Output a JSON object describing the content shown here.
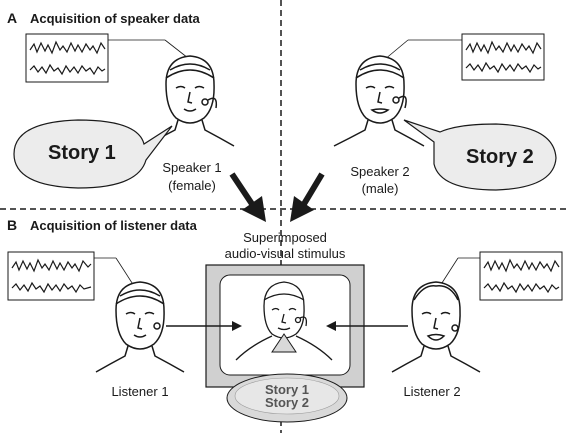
{
  "panel_a": {
    "letter": "A",
    "title": "Acquisition of speaker data"
  },
  "panel_b": {
    "letter": "B",
    "title": "Acquisition of listener data"
  },
  "speaker1": {
    "name": "Speaker 1",
    "detail": "(female)",
    "story": "Story 1"
  },
  "speaker2": {
    "name": "Speaker 2",
    "detail": "(male)",
    "story": "Story 2"
  },
  "stimulus": {
    "line1": "Superimposed",
    "line2": "audio-visual stimulus",
    "story1": "Story 1",
    "story2": "Story 2"
  },
  "listener1": {
    "name": "Listener 1"
  },
  "listener2": {
    "name": "Listener 2"
  },
  "colors": {
    "ink": "#1a1a1a",
    "screen_gray": "#d0d0d0",
    "bubble_fill": "#ececec",
    "oval_fill": "#d9d9d9"
  }
}
